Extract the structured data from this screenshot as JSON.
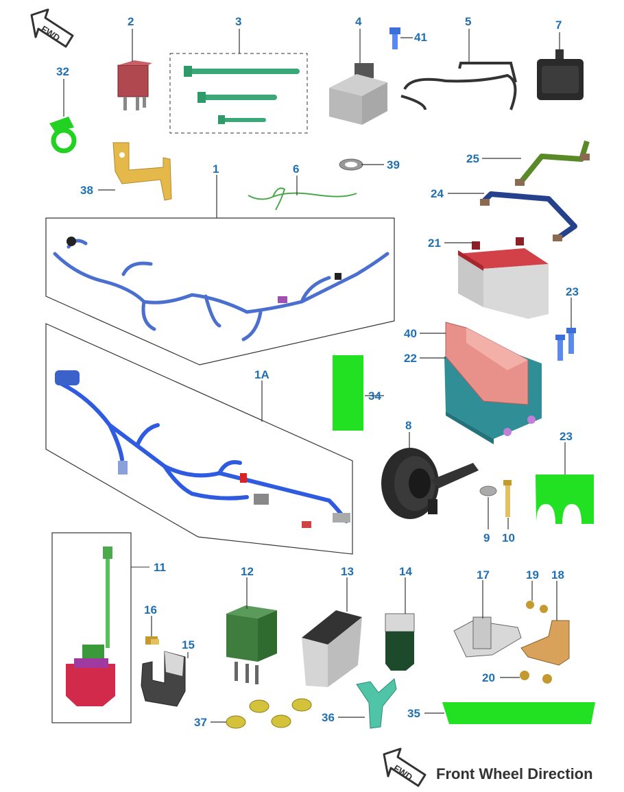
{
  "legend": {
    "fwd_tag": "FWD",
    "direction_text": "Front Wheel Direction"
  },
  "parts": [
    {
      "key": "p1",
      "label": "1"
    },
    {
      "key": "p1a",
      "label": "1A"
    },
    {
      "key": "p2",
      "label": "2"
    },
    {
      "key": "p3",
      "label": "3"
    },
    {
      "key": "p4",
      "label": "4"
    },
    {
      "key": "p5",
      "label": "5"
    },
    {
      "key": "p6",
      "label": "6"
    },
    {
      "key": "p7",
      "label": "7"
    },
    {
      "key": "p8",
      "label": "8"
    },
    {
      "key": "p9",
      "label": "9"
    },
    {
      "key": "p10",
      "label": "10"
    },
    {
      "key": "p11",
      "label": "11"
    },
    {
      "key": "p12",
      "label": "12"
    },
    {
      "key": "p13",
      "label": "13"
    },
    {
      "key": "p14",
      "label": "14"
    },
    {
      "key": "p15",
      "label": "15"
    },
    {
      "key": "p16",
      "label": "16"
    },
    {
      "key": "p17",
      "label": "17"
    },
    {
      "key": "p18",
      "label": "18"
    },
    {
      "key": "p19",
      "label": "19"
    },
    {
      "key": "p20",
      "label": "20"
    },
    {
      "key": "p21",
      "label": "21"
    },
    {
      "key": "p22",
      "label": "22"
    },
    {
      "key": "p23a",
      "label": "23"
    },
    {
      "key": "p23b",
      "label": "23"
    },
    {
      "key": "p24",
      "label": "24"
    },
    {
      "key": "p25",
      "label": "25"
    },
    {
      "key": "p32",
      "label": "32"
    },
    {
      "key": "p34",
      "label": "34"
    },
    {
      "key": "p35",
      "label": "35"
    },
    {
      "key": "p36",
      "label": "36"
    },
    {
      "key": "p37",
      "label": "37"
    },
    {
      "key": "p38",
      "label": "38"
    },
    {
      "key": "p39",
      "label": "39"
    },
    {
      "key": "p40",
      "label": "40"
    },
    {
      "key": "p41",
      "label": "41"
    }
  ],
  "colors": {
    "label": "#1f6fb2",
    "harness_blue": "#3a62c9",
    "highlight_green": "#22e022",
    "clip_green": "#2e9a6a",
    "battery_red": "#c0303a",
    "box_teal": "#2f8e96",
    "bracket_gold": "#e5b84a"
  }
}
